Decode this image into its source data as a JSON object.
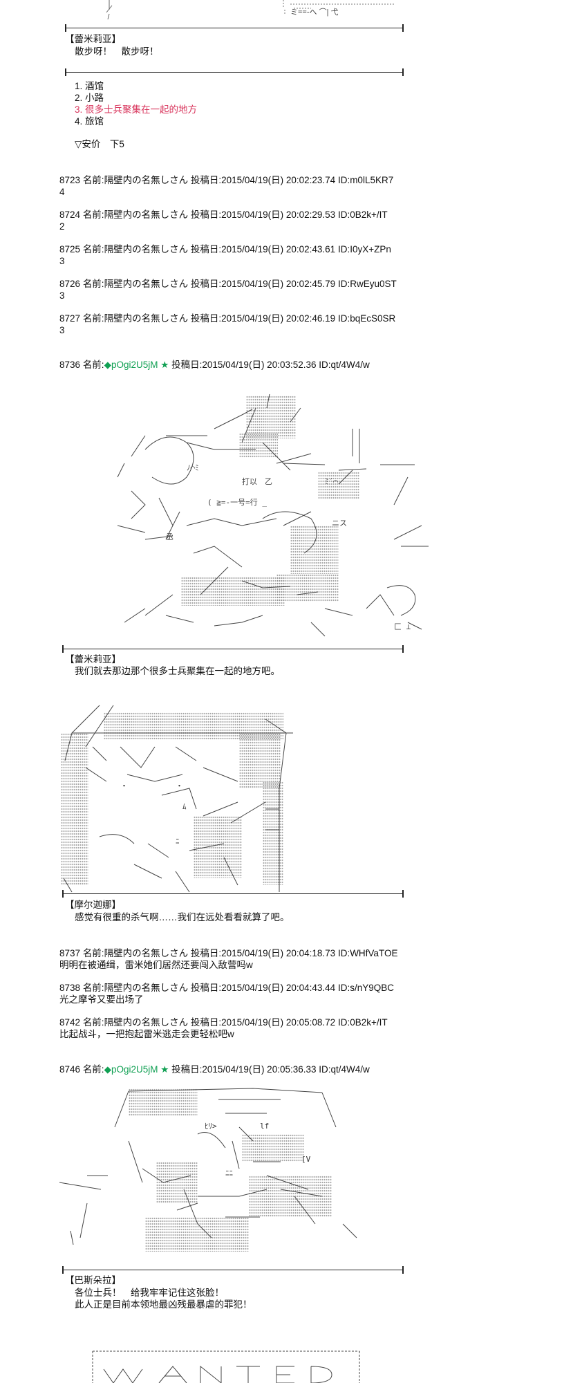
{
  "top_fragment": {
    "aa_text": "ミ==-へ ⌒| 弋"
  },
  "scene1": {
    "speaker": "【蕾米莉亚】",
    "dialog": "散步呀！　散步呀！"
  },
  "choices": {
    "items": [
      {
        "label": "1. 酒馆",
        "selected": false
      },
      {
        "label": "2. 小路",
        "selected": false
      },
      {
        "label": "3. 很多士兵聚集在一起的地方",
        "selected": true
      },
      {
        "label": "4. 旅馆",
        "selected": false
      }
    ],
    "prompt": "▽安价　下5",
    "active_color": "#d8325a"
  },
  "votes": [
    {
      "num": "8723",
      "header": "名前:隔壁内の名無しさん 投稿日:2015/04/19(日) 20:02:23.74 ID:m0lL5KR7",
      "body": "4"
    },
    {
      "num": "8724",
      "header": "名前:隔壁内の名無しさん 投稿日:2015/04/19(日) 20:02:29.53 ID:0B2k+/IT",
      "body": "2"
    },
    {
      "num": "8725",
      "header": "名前:隔壁内の名無しさん 投稿日:2015/04/19(日) 20:02:43.61 ID:I0yX+ZPn",
      "body": "3"
    },
    {
      "num": "8726",
      "header": "名前:隔壁内の名無しさん 投稿日:2015/04/19(日) 20:02:45.79 ID:RwEyu0ST",
      "body": "3"
    },
    {
      "num": "8727",
      "header": "名前:隔壁内の名無しさん 投稿日:2015/04/19(日) 20:02:46.19 ID:bqEcS0SR",
      "body": "3"
    }
  ],
  "post_8736": {
    "num": "8736",
    "name_label": "名前:",
    "trip": "◆pOgi2U5jM",
    "star": "★",
    "rest": " 投稿日:2015/04/19(日) 20:03:52.36 ID:qt/4W4/w",
    "trip_color": "#11a053"
  },
  "scene2": {
    "speaker": "【蕾米莉亚】",
    "dialog": "我们就去那边那个很多士兵聚集在一起的地方吧。"
  },
  "scene3": {
    "speaker": "【摩尔迦娜】",
    "dialog": "感觉有很重的杀气啊……我们在远处看看就算了吧。"
  },
  "comments": [
    {
      "num": "8737",
      "header": "名前:隔壁内の名無しさん 投稿日:2015/04/19(日) 20:04:18.73 ID:WHfVaTOE",
      "body": "明明在被通缉，雷米她们居然还要闯入敌营吗w"
    },
    {
      "num": "8738",
      "header": "名前:隔壁内の名無しさん 投稿日:2015/04/19(日) 20:04:43.44 ID:s/nY9QBC",
      "body": "光之摩爷又要出场了"
    },
    {
      "num": "8742",
      "header": "名前:隔壁内の名無しさん 投稿日:2015/04/19(日) 20:05:08.72 ID:0B2k+/IT",
      "body": "比起战斗，一把抱起雷米逃走会更轻松吧w"
    }
  ],
  "post_8746": {
    "num": "8746",
    "name_label": "名前:",
    "trip": "◆pOgi2U5jM",
    "star": "★",
    "rest": " 投稿日:2015/04/19(日) 20:05:36.33 ID:qt/4W4/w"
  },
  "scene4": {
    "speaker": "【巴斯朵拉】",
    "dialog_lines": [
      "各位士兵！　给我牢牢记住这张脸！",
      "此人正是目前本领地最凶残最暴虐的罪犯！"
    ]
  }
}
